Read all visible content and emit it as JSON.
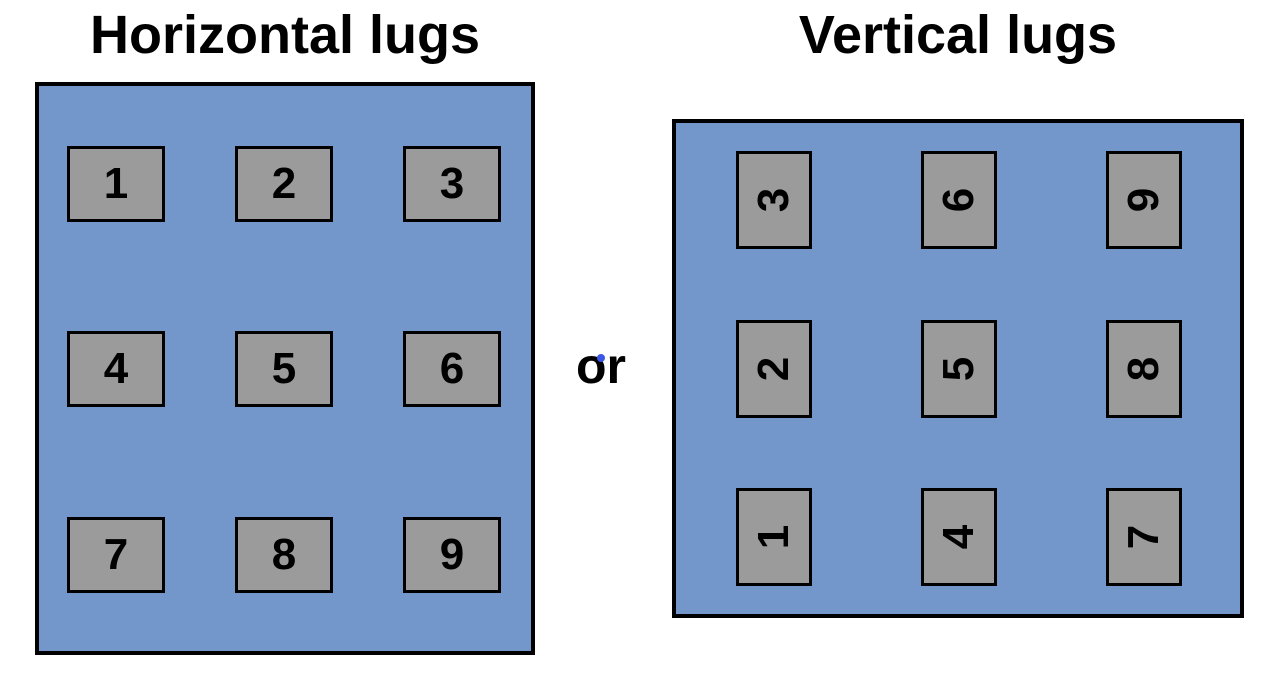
{
  "colors": {
    "panel_fill": "#7497cb",
    "lug_fill": "#9b9b9b",
    "outline": "#000000",
    "dot": "#3a56e6"
  },
  "horizontal": {
    "title": "Horizontal lugs",
    "lugs": [
      "1",
      "2",
      "3",
      "4",
      "5",
      "6",
      "7",
      "8",
      "9"
    ]
  },
  "separator": {
    "text": "or"
  },
  "vertical": {
    "title": "Vertical lugs",
    "lugs": [
      "3",
      "6",
      "9",
      "2",
      "5",
      "8",
      "1",
      "4",
      "7"
    ]
  }
}
